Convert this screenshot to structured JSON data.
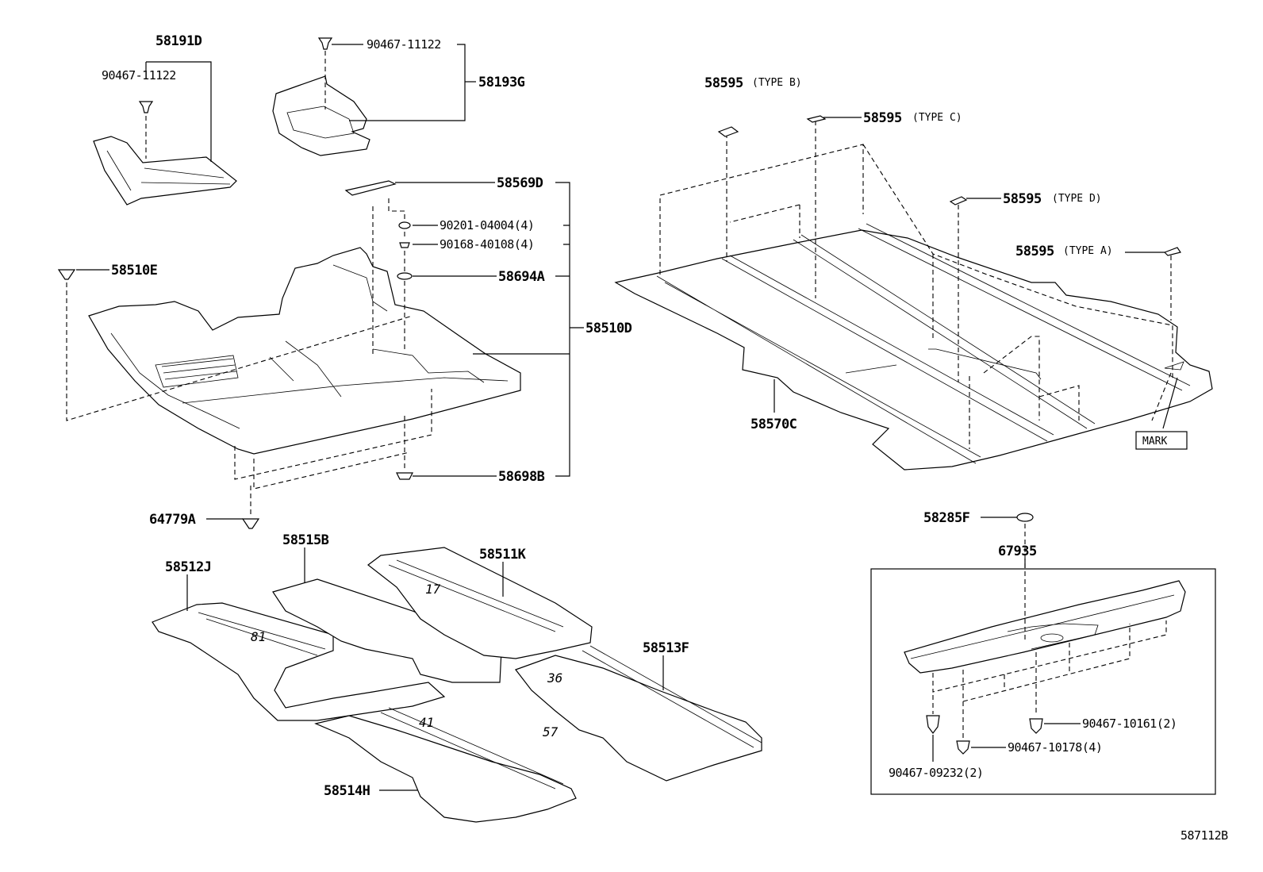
{
  "diagram_id": "587112B",
  "labels": {
    "p58191D": "58191D",
    "p90467_11122_a": "90467-11122",
    "p90467_11122_b": "90467-11122",
    "p58193G": "58193G",
    "p58569D": "58569D",
    "p90201": "90201-04004(4)",
    "p90168": "90168-40108(4)",
    "p58510E": "58510E",
    "p58694A": "58694A",
    "p58510D": "58510D",
    "p58698B": "58698B",
    "p64779A": "64779A",
    "p58595B": "58595",
    "typeB": "(TYPE B)",
    "p58595C": "58595",
    "typeC": "(TYPE C)",
    "p58595D": "58595",
    "typeD": "(TYPE D)",
    "p58595A": "58595",
    "typeA": "(TYPE A)",
    "p58570C": "58570C",
    "mark": "MARK",
    "p58285F": "58285F",
    "p67935": "67935",
    "p58515B": "58515B",
    "p58512J": "58512J",
    "p58511K": "58511K",
    "p58513F": "58513F",
    "p58514H": "58514H",
    "p90467_10161": "90467-10161(2)",
    "p90467_10178": "90467-10178(4)",
    "p90467_09232": "90467-09232(2)"
  }
}
